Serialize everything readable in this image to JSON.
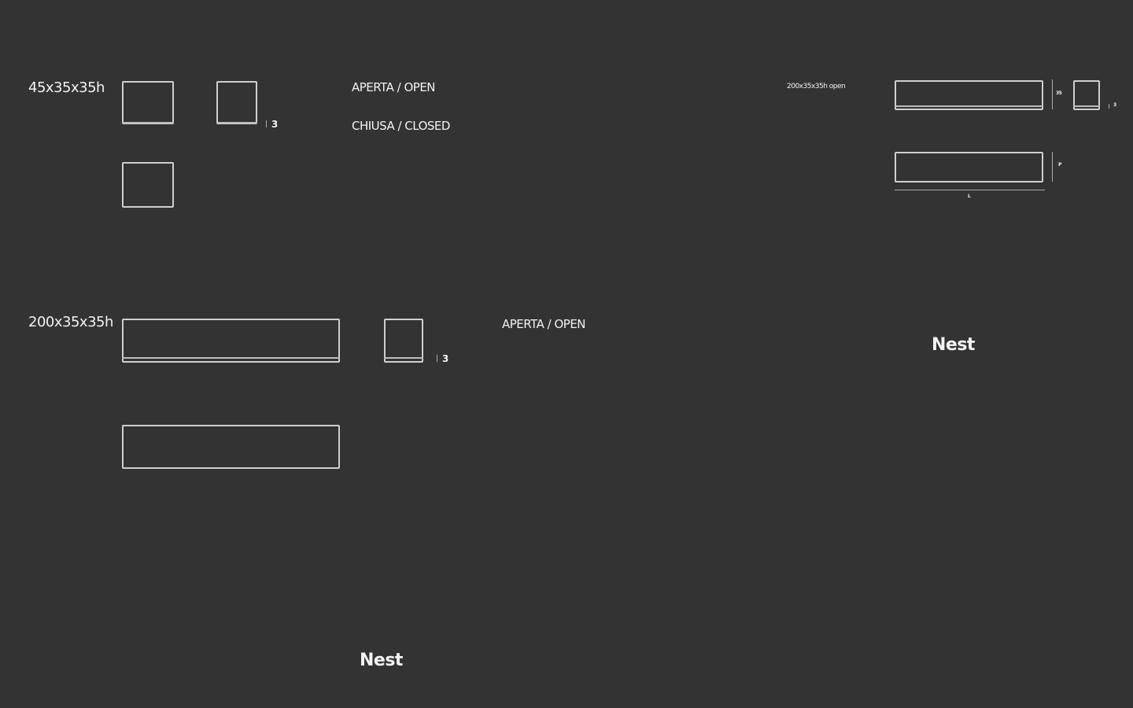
{
  "section_small": {
    "size_label": "45x35x35h",
    "open_label": "APERTA / OPEN",
    "closed_label": "CHIUSA / CLOSED",
    "thickness": "3"
  },
  "section_large": {
    "size_label": "200x35x35h",
    "open_label": "APERTA / OPEN",
    "thickness": "3"
  },
  "detail_right": {
    "size_label": "200x35x35h open",
    "height_dim": "35",
    "thickness": "3",
    "depth_dim": "P",
    "length_dim": "L"
  },
  "brand": {
    "right": "Nest",
    "bottom": "Nest"
  }
}
